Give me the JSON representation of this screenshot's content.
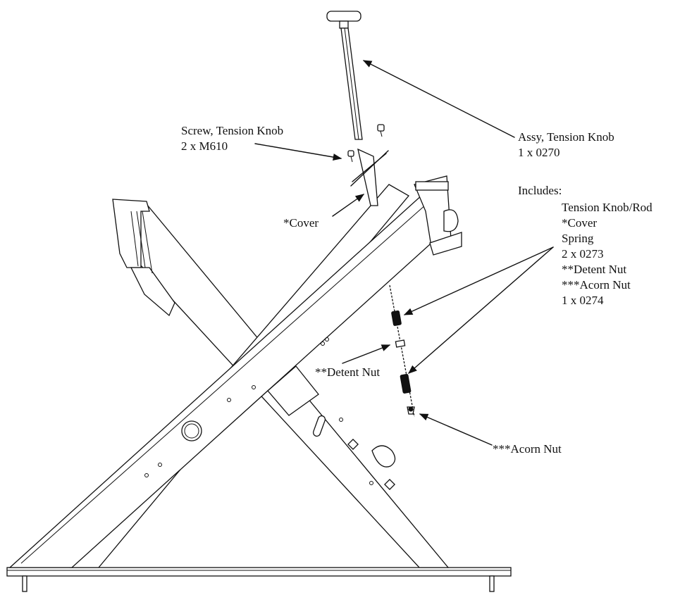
{
  "labels": {
    "screw": [
      "Screw, Tension Knob",
      "2 x M610"
    ],
    "assy": [
      "Assy, Tension Knob",
      "1 x 0270"
    ],
    "includes_heading": "Includes:",
    "includes": [
      "Tension Knob/Rod",
      "*Cover",
      "Spring",
      "2 x 0273",
      "**Detent Nut",
      "***Acorn Nut",
      "1 x 0274"
    ],
    "cover": "*Cover",
    "detent_nut": "**Detent Nut",
    "acorn_nut": "***Acorn Nut"
  }
}
